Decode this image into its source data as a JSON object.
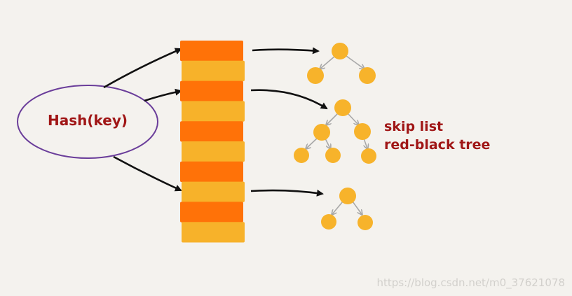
{
  "hash_node": {
    "label": "Hash(key)"
  },
  "structures": {
    "skip_list": "skip list",
    "red_black_tree": "red-black tree"
  },
  "watermark": "https://blog.csdn.net/m0_37621078",
  "colors": {
    "background": "#f4f2ee",
    "bucket_dark": "#ff7208",
    "bucket_light": "#f7b22a",
    "tree_node": "#f7b32b",
    "tree_edge": "#a8a8a8",
    "ellipse_stroke": "#6a3d9a",
    "label_text": "#a01616",
    "arrow": "#111111"
  },
  "buckets": [
    "dark",
    "light",
    "dark",
    "light",
    "dark",
    "light",
    "dark",
    "light",
    "dark",
    "light"
  ]
}
